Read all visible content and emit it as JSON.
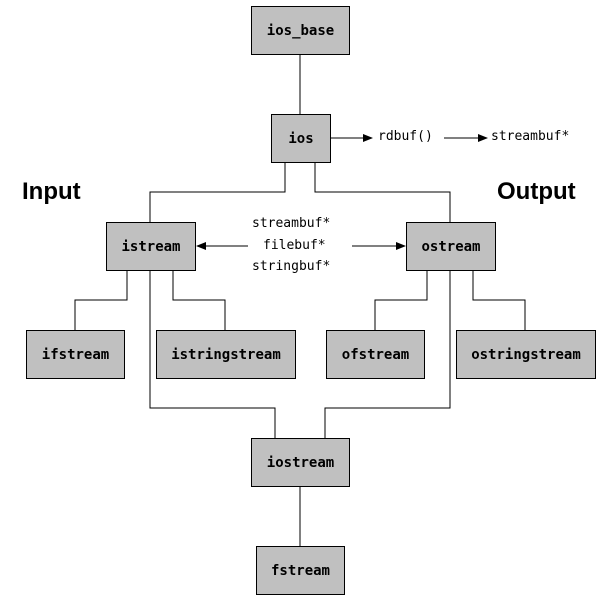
{
  "nodes": {
    "ios_base": "ios_base",
    "ios": "ios",
    "istream": "istream",
    "ostream": "ostream",
    "ifstream": "ifstream",
    "istringstream": "istringstream",
    "ofstream": "ofstream",
    "ostringstream": "ostringstream",
    "iostream": "iostream",
    "fstream": "fstream"
  },
  "labels": {
    "input": "Input",
    "output": "Output",
    "rdbuf": "rdbuf()",
    "streambuf_target": "streambuf*",
    "buffers": [
      "streambuf*",
      "filebuf*",
      "stringbuf*"
    ]
  },
  "colors": {
    "box_fill": "#c0c0c0",
    "line": "#000000"
  }
}
